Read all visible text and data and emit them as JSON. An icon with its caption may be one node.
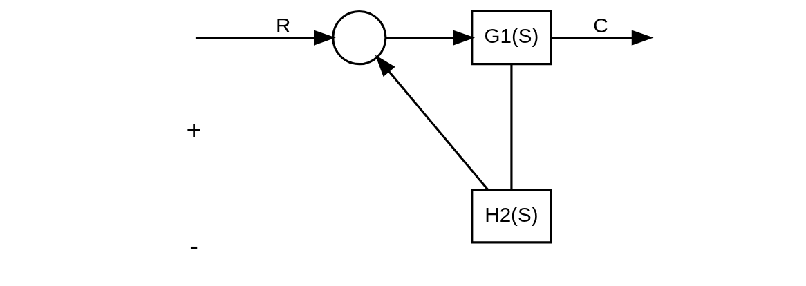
{
  "diagram": {
    "nodes": [
      {
        "text": [],
        "shape": "circle"
      },
      {
        "text": [
          "G1(S)"
        ]
      },
      {
        "text": [
          "H2(S)"
        ]
      }
    ],
    "edges": [
      {
        "from": null,
        "to": 0,
        "arrow": "to",
        "label": "R"
      },
      {
        "from": 0,
        "to": 1,
        "arrow": "to"
      },
      {
        "from": 1,
        "to": null,
        "arrow": "to",
        "label": "C"
      },
      {
        "from": 1,
        "to": 2,
        "arrow": "none"
      },
      {
        "from": 2,
        "to": 0,
        "arrow": "to"
      }
    ],
    "labels": [
      "+",
      "-"
    ]
  }
}
